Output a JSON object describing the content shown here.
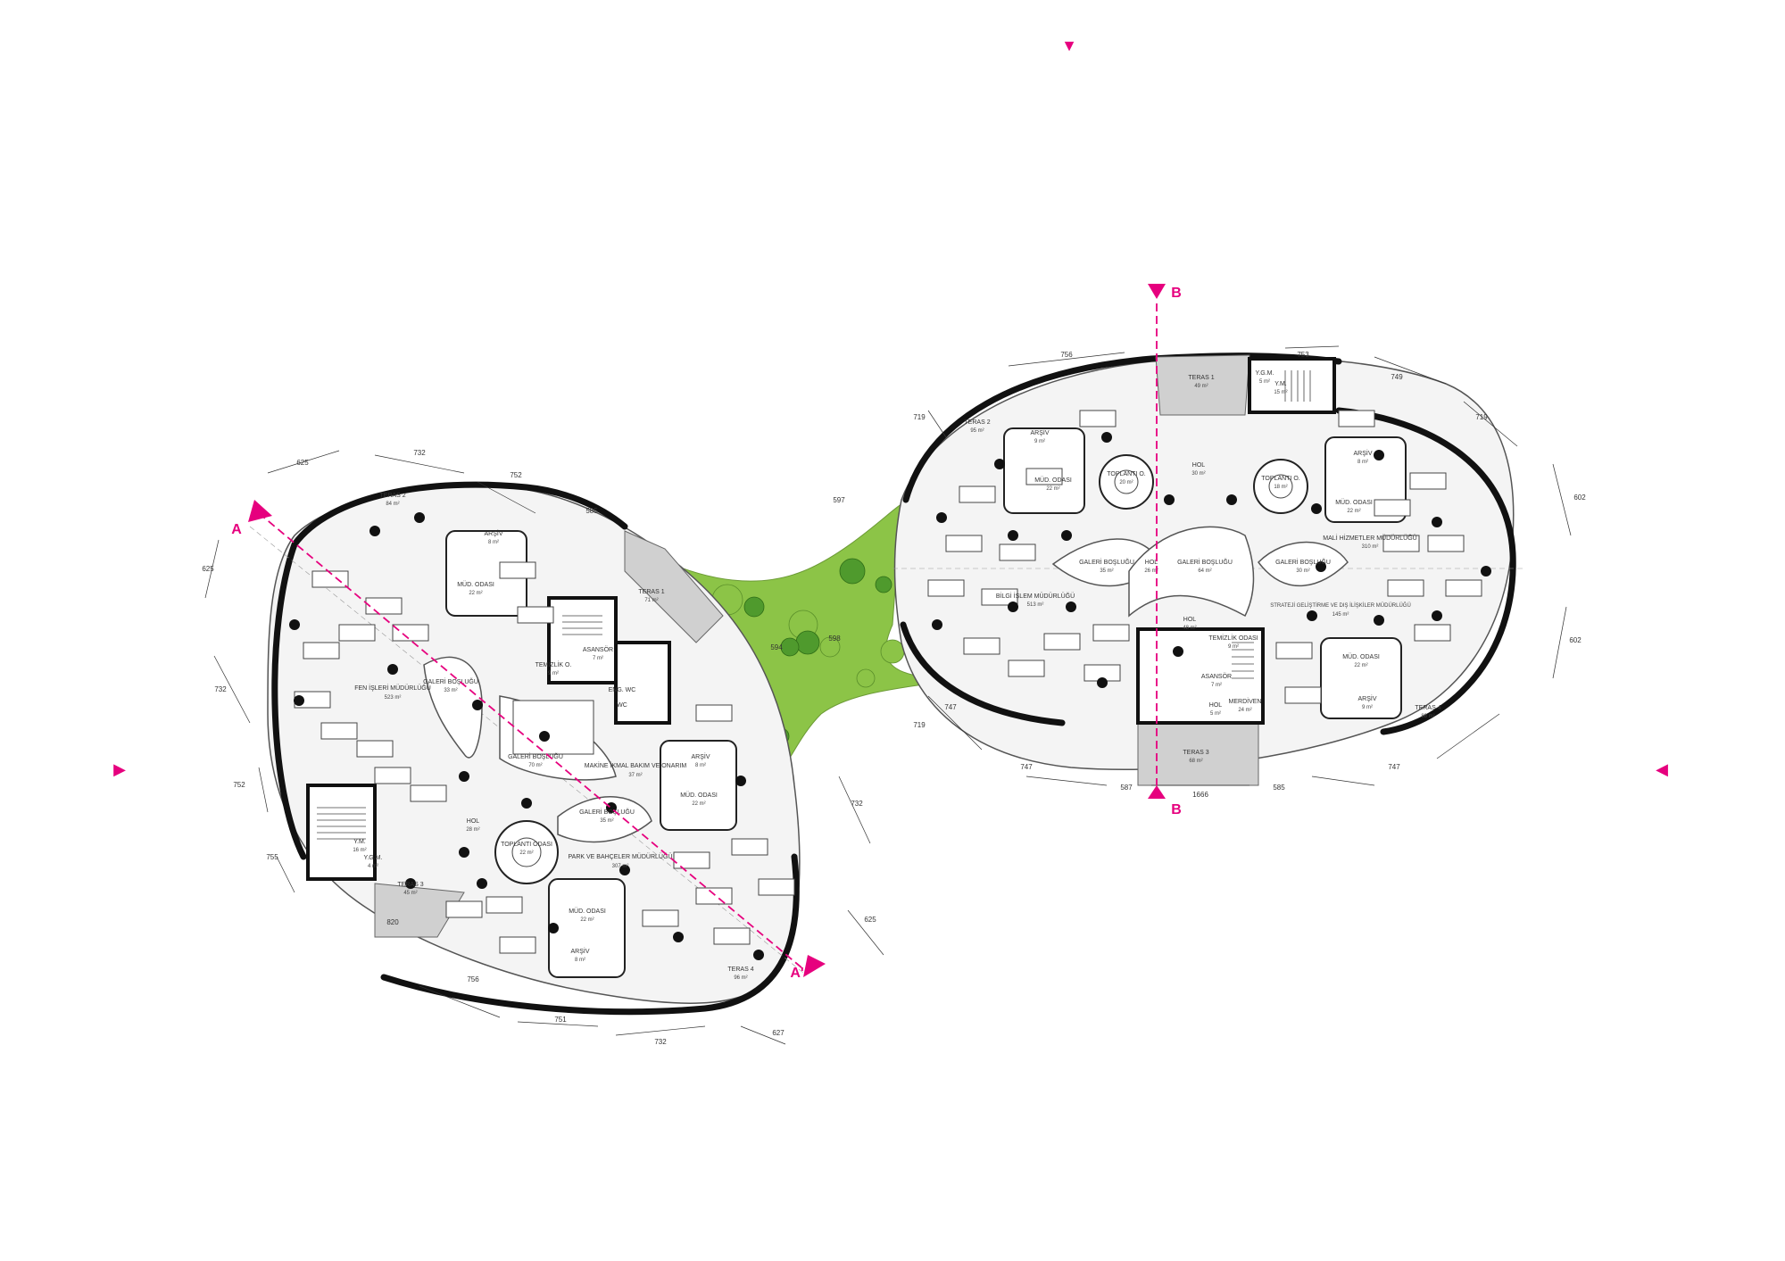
{
  "plan": {
    "north_marks": [
      "▼",
      "◀",
      "▶"
    ],
    "section_markers": {
      "a": "A",
      "a_prime": "A'",
      "b": "B"
    },
    "left_block": {
      "rooms": [
        {
          "name": "TERAS 2",
          "area": "84 m²"
        },
        {
          "name": "ARŞİV",
          "area": "8 m²"
        },
        {
          "name": "MÜD. ODASI",
          "area": "22 m²"
        },
        {
          "name": "FEN İŞLERİ MÜDÜRLÜĞÜ",
          "area": "523 m²"
        },
        {
          "name": "GALERİ BOŞLUĞU",
          "area": "33 m²"
        },
        {
          "name": "TERAS 1",
          "area": "71 m²"
        },
        {
          "name": "TEMİZLİK O.",
          "area": "9 m²"
        },
        {
          "name": "ASANSÖR",
          "area": "7 m²"
        },
        {
          "name": "ENG. WC",
          "area": ""
        },
        {
          "name": "WC",
          "area": ""
        },
        {
          "name": "GALERİ BOŞLUĞU",
          "area": "70 m²"
        },
        {
          "name": "MAKİNE İKMAL BAKIM VE ONARIM",
          "area": "37 m²"
        },
        {
          "name": "MÜD. ODASI",
          "area": "22 m²"
        },
        {
          "name": "ARŞİV",
          "area": "8 m²"
        },
        {
          "name": "HOL",
          "area": "28 m²"
        },
        {
          "name": "GALERİ BOŞLUĞU",
          "area": "35 m²"
        },
        {
          "name": "TOPLANTI ODASI",
          "area": "22 m²"
        },
        {
          "name": "PARK VE BAHÇELER MÜDÜRLÜĞÜ",
          "area": "307 m²"
        },
        {
          "name": "MÜD. ODASI",
          "area": "22 m²"
        },
        {
          "name": "ARŞİV",
          "area": "8 m²"
        },
        {
          "name": "Y.M.",
          "area": "16 m²"
        },
        {
          "name": "Y.G.M.",
          "area": "4 m²"
        },
        {
          "name": "TERAS 3",
          "area": "45 m²"
        },
        {
          "name": "TERAS 4",
          "area": "96 m²"
        }
      ],
      "dimensions": [
        "625",
        "732",
        "752",
        "585",
        "625",
        "732",
        "752",
        "755",
        "820",
        "756",
        "751",
        "732",
        "627",
        "625",
        "732"
      ]
    },
    "right_block": {
      "rooms": [
        {
          "name": "TERAS 1",
          "area": "49 m²"
        },
        {
          "name": "Y.G.M.",
          "area": "5 m²"
        },
        {
          "name": "Y.M.",
          "area": "15 m²"
        },
        {
          "name": "TERAS 2",
          "area": "95 m²"
        },
        {
          "name": "ARŞİV",
          "area": "9 m²"
        },
        {
          "name": "MÜD. ODASI",
          "area": "22 m²"
        },
        {
          "name": "TOPLANTI O.",
          "area": "20 m²"
        },
        {
          "name": "HOL",
          "area": "30 m²"
        },
        {
          "name": "TOPLANTI O.",
          "area": "18 m²"
        },
        {
          "name": "ARŞİV",
          "area": "8 m²"
        },
        {
          "name": "MÜD. ODASI",
          "area": "22 m²"
        },
        {
          "name": "GALERİ BOŞLUĞU",
          "area": "35 m²"
        },
        {
          "name": "HOL",
          "area": "26 m²"
        },
        {
          "name": "GALERİ BOŞLUĞU",
          "area": "64 m²"
        },
        {
          "name": "GALERİ BOŞLUĞU",
          "area": "30 m²"
        },
        {
          "name": "MALİ HİZMETLER MÜDÜRLÜĞÜ",
          "area": "310 m²"
        },
        {
          "name": "BİLGİ İŞLEM MÜDÜRLÜĞÜ",
          "area": "513 m²"
        },
        {
          "name": "STRATEJİ GELİŞTİRME VE DIŞ İLİŞKİLER MÜDÜRLÜĞÜ",
          "area": "145 m²"
        },
        {
          "name": "HOL",
          "area": "48 m²"
        },
        {
          "name": "TEMİZLİK ODASI",
          "area": "9 m²"
        },
        {
          "name": "ASANSÖR",
          "area": "7 m²"
        },
        {
          "name": "MERDİVEN",
          "area": "24 m²"
        },
        {
          "name": "HOL",
          "area": "5 m²"
        },
        {
          "name": "MÜD. ODASI",
          "area": "22 m²"
        },
        {
          "name": "ARŞİV",
          "area": "9 m²"
        },
        {
          "name": "TERAS 3",
          "area": "68 m²"
        },
        {
          "name": "TERAS 4",
          "area": "88 m²"
        }
      ],
      "dimensions": [
        "756",
        "753",
        "749",
        "719",
        "747",
        "719",
        "602",
        "602",
        "719",
        "747",
        "587",
        "1666",
        "585",
        "747"
      ]
    },
    "garden_dimensions": [
      "597",
      "594",
      "598"
    ],
    "colors": {
      "accent": "#e6007e",
      "garden": "#8cc447",
      "walls": "#111111",
      "terrace": "#d0d0d0"
    }
  }
}
